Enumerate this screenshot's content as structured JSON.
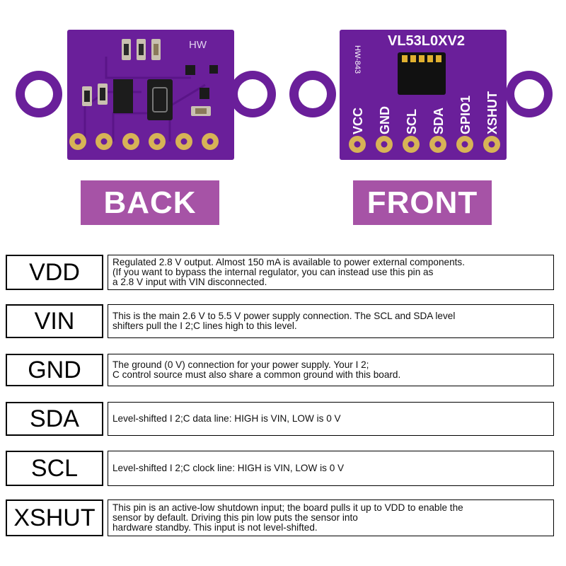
{
  "back_board": {
    "silkscreen": "HW"
  },
  "front_board": {
    "chip_label": "VL53L0XV2",
    "model_label": "HW-843",
    "pin_labels": [
      "VCC",
      "GND",
      "SCL",
      "SDA",
      "GPIO1",
      "XSHUT"
    ]
  },
  "labels": {
    "back": "BACK",
    "front": "FRONT"
  },
  "colors": {
    "pcb_purple": "#6a1f9a",
    "label_purple": "#a653a6",
    "gold": "#d7b356"
  },
  "pins": [
    {
      "name": "VDD",
      "description": "Regulated 2.8 V output. Almost 150 mA is available to power external components.\n(If you want to bypass the internal regulator, you can instead use this pin as\na 2.8 V input with VIN disconnected."
    },
    {
      "name": "VIN",
      "description": "This is the main 2.6 V to 5.5 V power supply connection. The SCL and SDA level\nshifters pull the I    2;C lines high to this level."
    },
    {
      "name": "GND",
      "description": "The ground (0 V) connection for your power supply. Your I    2;\nC control source must also share a common ground with this board."
    },
    {
      "name": "SDA",
      "description": "Level-shifted I    2;C data line: HIGH is VIN, LOW is 0 V"
    },
    {
      "name": "SCL",
      "description": "Level-shifted I    2;C clock line: HIGH is VIN, LOW is 0 V"
    },
    {
      "name": "XSHUT",
      "description": "This pin is an active-low shutdown input; the board pulls it up to VDD to enable the\nsensor by default. Driving this pin low puts the sensor into\nhardware standby. This input is not level-shifted."
    }
  ]
}
